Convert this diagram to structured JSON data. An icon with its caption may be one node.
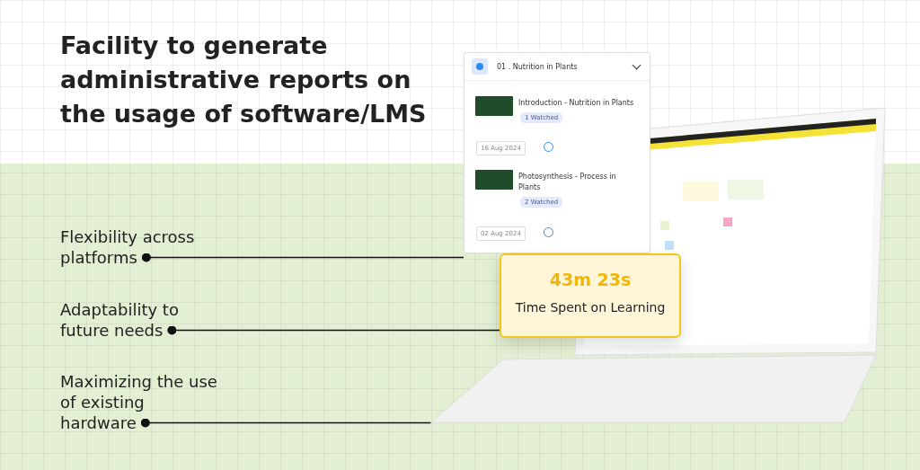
{
  "diagram": {
    "title": "Facility to generate administrative reports on the usage of software/LMS",
    "nodes": [
      {
        "text": [
          "Flexibility across platforms"
        ]
      },
      {
        "text": [
          "Adaptability to future needs"
        ]
      },
      {
        "text": [
          "Maximizing the use of existing hardware"
        ]
      },
      {
        "text": [
          "01 . Nutrition in Plants",
          "Introduction - Nutrition in Plants",
          "1 Watched",
          "16 Aug 2024",
          "Photosynthesis - Process in Plants",
          "2 Watched",
          "02 Aug 2024"
        ]
      },
      {
        "text": [
          "43m 23s",
          "Time Spent on Learning"
        ]
      },
      {
        "text": [],
        "shape": "picture"
      }
    ],
    "edges": [
      {
        "from": 0,
        "to": 3,
        "arrow": "other"
      },
      {
        "from": 1,
        "to": 4,
        "arrow": "other"
      },
      {
        "from": 2,
        "to": 5,
        "arrow": "other"
      }
    ]
  }
}
